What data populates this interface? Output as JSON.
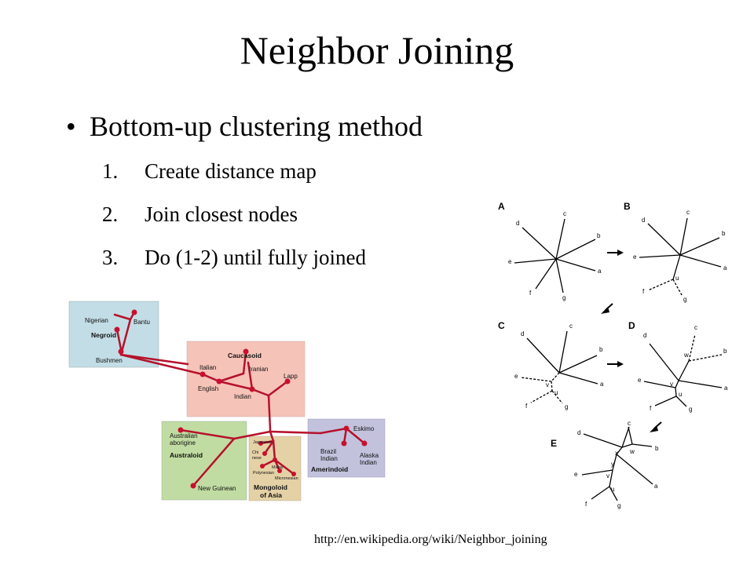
{
  "slide": {
    "title": "Neighbor Joining",
    "bullet": "Bottom-up clustering method",
    "steps": [
      {
        "num": "1.",
        "text": "Create distance map"
      },
      {
        "num": "2.",
        "text": "Join closest nodes"
      },
      {
        "num": "3.",
        "text": "Do (1-2) until fully joined"
      }
    ],
    "source_url": "http://en.wikipedia.org/wiki/Neighbor_joining"
  },
  "human_tree": {
    "groups": {
      "negroid": "Negroid",
      "caucasoid": "Caucasoid",
      "australoid": "Australoid",
      "mongoloid_line1": "Mongoloid",
      "mongoloid_line2": "of Asia",
      "amerindoid": "Amerindoid"
    },
    "leaves": {
      "nigerian": "Nigerian",
      "bantu": "Bantu",
      "bushmen": "Bushmen",
      "italian": "Italian",
      "iranian": "Iranian",
      "lapp": "Lapp",
      "english": "English",
      "indian": "Indian",
      "australian_line1": "Australian",
      "australian_line2": "aborigine",
      "new_guinean": "New Guinean",
      "japanese": "Japanese",
      "chinese_line1": "Chi",
      "chinese_line2": "nese",
      "malay": "Malay",
      "polynesian": "Polynesian",
      "micronesian": "Micronesian",
      "eskimo": "Eskimo",
      "brazil_line1": "Brazil",
      "brazil_line2": "Indian",
      "alaska_line1": "Alaska",
      "alaska_line2": "Indian"
    },
    "colors": {
      "branch": "#b5122b",
      "negroid_box": "#c3dde6",
      "caucasoid_box": "#f6c3b8",
      "australoid_box": "#c1dca2",
      "mongoloid_box": "#e4d1a6",
      "amerindoid_box": "#c2c2dd"
    }
  },
  "nj_steps": {
    "panel_labels": [
      "A",
      "B",
      "C",
      "D",
      "E"
    ],
    "leaf_labels": [
      "a",
      "b",
      "c",
      "d",
      "e",
      "f",
      "g"
    ],
    "internal_labels": {
      "u": "u",
      "v": "v",
      "w": "w",
      "x": "x",
      "y": "y"
    }
  }
}
